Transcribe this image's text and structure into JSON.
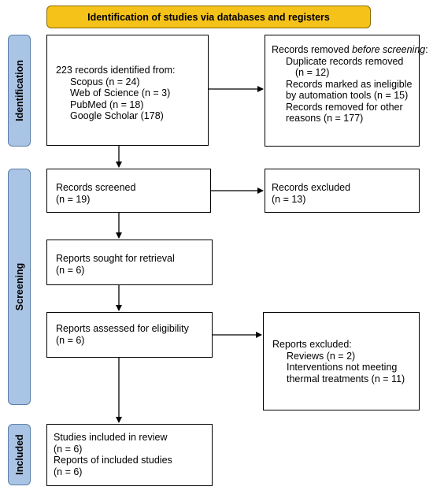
{
  "header": {
    "title": "Identification of studies via databases and registers"
  },
  "phases": {
    "identification": "Identification",
    "screening": "Screening",
    "included": "Included"
  },
  "boxes": {
    "records_identified": {
      "lines": [
        "223 records identified from:",
        "Scopus (n = 24)",
        "Web of Science (n = 3)",
        "PubMed (n = 18)",
        "Google Scholar (178)"
      ]
    },
    "records_removed": {
      "title_prefix": "Records removed ",
      "title_italic": "before screening",
      "title_suffix": ":",
      "lines": [
        "Duplicate records removed",
        "(n = 12)",
        "Records marked as ineligible",
        "by automation tools (n = 15)",
        "Records removed for other",
        "reasons (n = 177)"
      ]
    },
    "records_screened": {
      "lines": [
        "Records screened",
        "(n = 19)"
      ]
    },
    "records_excluded": {
      "lines": [
        "Records excluded",
        "(n = 13)"
      ]
    },
    "reports_sought": {
      "lines": [
        "Reports sought for retrieval",
        "(n = 6)"
      ]
    },
    "reports_assessed": {
      "lines": [
        "Reports assessed for eligibility",
        "(n = 6)"
      ]
    },
    "reports_excluded": {
      "lines": [
        "Reports excluded:",
        "Reviews (n = 2)",
        "Interventions not meeting",
        "thermal treatments (n = 11)"
      ]
    },
    "studies_included": {
      "lines": [
        "Studies included in review",
        "(n = 6)",
        "Reports of included studies",
        "(n = 6)"
      ]
    }
  }
}
